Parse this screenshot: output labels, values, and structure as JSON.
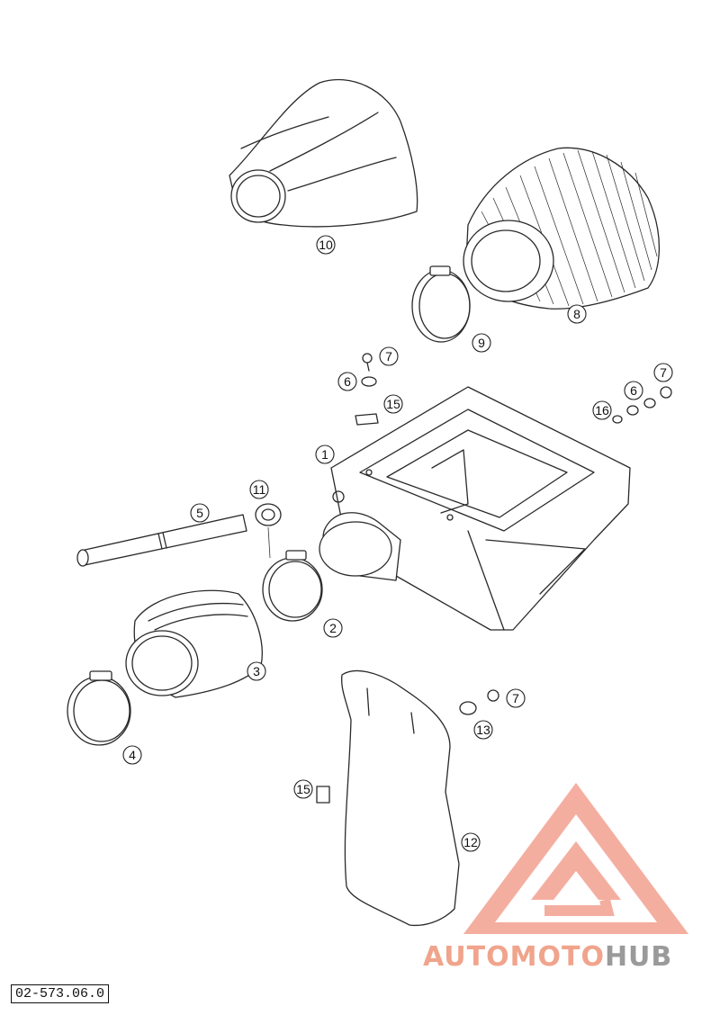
{
  "callouts": [
    {
      "id": "c10",
      "label": "10"
    },
    {
      "id": "c8",
      "label": "8"
    },
    {
      "id": "c9",
      "label": "9"
    },
    {
      "id": "c7a",
      "label": "7"
    },
    {
      "id": "c6a",
      "label": "6"
    },
    {
      "id": "c15a",
      "label": "15"
    },
    {
      "id": "c7b",
      "label": "7"
    },
    {
      "id": "c6b",
      "label": "6"
    },
    {
      "id": "c16",
      "label": "16"
    },
    {
      "id": "c1",
      "label": "1"
    },
    {
      "id": "c11",
      "label": "11"
    },
    {
      "id": "c5",
      "label": "5"
    },
    {
      "id": "c2",
      "label": "2"
    },
    {
      "id": "c3",
      "label": "3"
    },
    {
      "id": "c4",
      "label": "4"
    },
    {
      "id": "c7c",
      "label": "7"
    },
    {
      "id": "c13",
      "label": "13"
    },
    {
      "id": "c15b",
      "label": "15"
    },
    {
      "id": "c12",
      "label": "12"
    }
  ],
  "reference_code": "02-573.06.0",
  "watermark": {
    "part1": "AUTOMOTO",
    "part2": "HUB"
  },
  "colors": {
    "watermark_accent": "#f0a48c",
    "watermark_gray": "#9a9a9a",
    "line": "#2a2a2a"
  }
}
